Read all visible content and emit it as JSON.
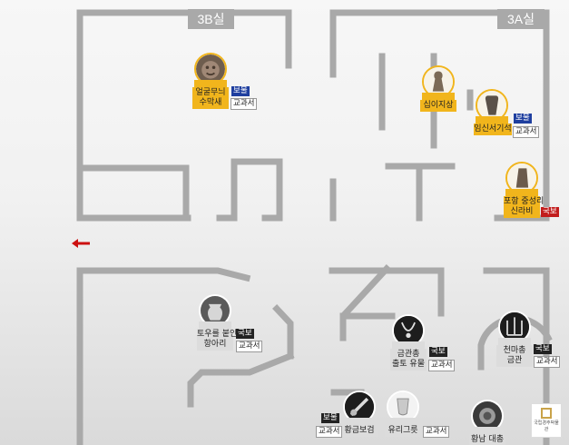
{
  "rooms": {
    "left_label": "3B실",
    "right_label": "3A실"
  },
  "colors": {
    "wall": "#a9a9a9",
    "highlight": "#f1b51c",
    "treasure": "#1f3f9f",
    "national_treasure": "#c21d1d",
    "exit_arrow": "#cc1111"
  },
  "badges": {
    "treasure": "보물",
    "national_treasure": "국보",
    "textbook": "교과서"
  },
  "artifacts": {
    "face_tile": {
      "name_line1": "얼굴무늬",
      "name_line2": "수막새"
    },
    "twelve_zodiac": {
      "name_line1": "십이지상",
      "name_line2": ""
    },
    "oath_stone": {
      "name_line1": "임신서기석",
      "name_line2": ""
    },
    "pohang_stele": {
      "name_line1": "포항 중성리",
      "name_line2": "신라비"
    },
    "clay_figure_jar": {
      "name_line1": "토우를 붙인",
      "name_line2": "항아리"
    },
    "geumgwanchong": {
      "name_line1": "금관총",
      "name_line2": "출토 유물"
    },
    "cheonmachong": {
      "name_line1": "천마총",
      "name_line2": "금관"
    },
    "gold_sword": {
      "name_line1": "황금보검",
      "name_line2": ""
    },
    "glass_cup": {
      "name_line1": "유리그릇",
      "name_line2": ""
    },
    "hwangnam": {
      "name_line1": "황남 대총",
      "name_line2": ""
    }
  },
  "icons": {
    "exit": "left-arrow-icon",
    "logo": "museum-logo-icon"
  },
  "logo": {
    "text": "국립경주박물관"
  }
}
